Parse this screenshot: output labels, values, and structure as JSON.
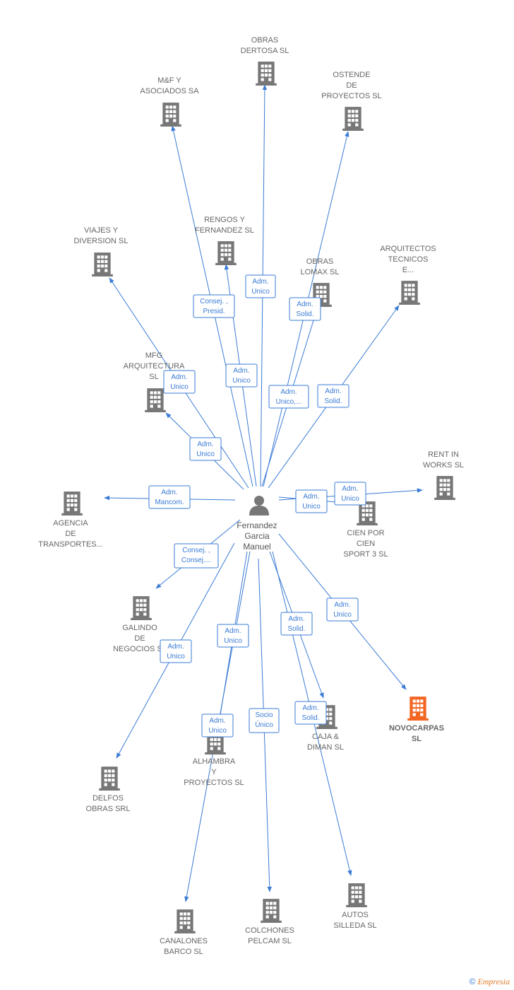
{
  "person": {
    "lines": [
      "Fernandez",
      "Garcia",
      "Manuel"
    ]
  },
  "colors": {
    "edge": "#3a7bd5",
    "building": "#777777",
    "highlight": "#f26522"
  },
  "companies": [
    {
      "id": "obras-dertosa",
      "lines": [
        "OBRAS",
        "DERTOSA SL"
      ],
      "highlight": false
    },
    {
      "id": "mf-asociados",
      "lines": [
        "M&F Y",
        "ASOCIADOS SA"
      ],
      "highlight": false
    },
    {
      "id": "ostende",
      "lines": [
        "OSTENDE",
        "DE",
        "PROYECTOS SL"
      ],
      "highlight": false
    },
    {
      "id": "rengos",
      "lines": [
        "RENGOS Y",
        "FERNANDEZ SL"
      ],
      "highlight": false
    },
    {
      "id": "viajes",
      "lines": [
        "VIAJES Y",
        "DIVERSION SL"
      ],
      "highlight": false
    },
    {
      "id": "obras-lomax",
      "lines": [
        "OBRAS",
        "LOMAX  SL"
      ],
      "highlight": false
    },
    {
      "id": "arquitectos",
      "lines": [
        "ARQUITECTOS",
        "TECNICOS",
        "E..."
      ],
      "highlight": false
    },
    {
      "id": "mfg",
      "lines": [
        "MFG",
        "ARQUITECTURA",
        "SL"
      ],
      "highlight": false
    },
    {
      "id": "rent-in-works",
      "lines": [
        "RENT IN",
        "WORKS  SL"
      ],
      "highlight": false
    },
    {
      "id": "agencia",
      "lines": [
        "AGENCIA",
        "DE",
        "TRANSPORTES..."
      ],
      "highlight": false
    },
    {
      "id": "cien-por-cien",
      "lines": [
        "CIEN POR",
        "CIEN",
        "SPORT 3 SL"
      ],
      "highlight": false
    },
    {
      "id": "galindo",
      "lines": [
        "GALINDO",
        "DE",
        "NEGOCIOS SL"
      ],
      "highlight": false
    },
    {
      "id": "novocarpas",
      "lines": [
        "NOVOCARPAS",
        "SL"
      ],
      "highlight": true
    },
    {
      "id": "caja-diman",
      "lines": [
        "CAJA &",
        "DIMAN  SL"
      ],
      "highlight": false
    },
    {
      "id": "alhambra",
      "lines": [
        "ALHAMBRA",
        "Y",
        "PROYECTOS SL"
      ],
      "highlight": false
    },
    {
      "id": "delfos",
      "lines": [
        "DELFOS",
        "OBRAS SRL"
      ],
      "highlight": false
    },
    {
      "id": "autos-silleda",
      "lines": [
        "AUTOS",
        "SILLEDA  SL"
      ],
      "highlight": false
    },
    {
      "id": "colchones",
      "lines": [
        "COLCHONES",
        "PELCAM SL"
      ],
      "highlight": false
    },
    {
      "id": "canalones",
      "lines": [
        "CANALONES",
        "BARCO SL"
      ],
      "highlight": false
    }
  ],
  "relations": [
    {
      "target": "obras-dertosa",
      "role": [
        "Adm.",
        "Unico"
      ]
    },
    {
      "target": "mf-asociados",
      "role": [
        "Consej. ,",
        "Presid."
      ]
    },
    {
      "target": "ostende",
      "role": [
        "Adm.",
        "Solid."
      ]
    },
    {
      "target": "rengos",
      "role": [
        "Adm.",
        "Unico"
      ]
    },
    {
      "target": "viajes",
      "role": [
        "Adm.",
        "Unico"
      ]
    },
    {
      "target": "obras-lomax",
      "role": [
        "Adm.",
        "Unico,..."
      ]
    },
    {
      "target": "arquitectos",
      "role": [
        "Adm.",
        "Solid."
      ]
    },
    {
      "target": "mfg",
      "role": [
        "Adm.",
        "Unico"
      ]
    },
    {
      "target": "rent-in-works",
      "role": [
        "Adm.",
        "Unico"
      ]
    },
    {
      "target": "agencia",
      "role": [
        "Adm.",
        "Mancom."
      ]
    },
    {
      "target": "cien-por-cien",
      "role": [
        "Adm.",
        "Unico"
      ]
    },
    {
      "target": "galindo",
      "role": [
        "Consej. ,",
        "Consej...."
      ]
    },
    {
      "target": "novocarpas",
      "role": [
        "Adm.",
        "Unico"
      ]
    },
    {
      "target": "caja-diman",
      "role": [
        "Adm.",
        "Solid."
      ]
    },
    {
      "target": "alhambra",
      "role": [
        "Adm.",
        "Unico"
      ]
    },
    {
      "target": "delfos",
      "role": [
        "Adm.",
        "Unico"
      ]
    },
    {
      "target": "autos-silleda",
      "role": [
        "Adm.",
        "Solid."
      ]
    },
    {
      "target": "colchones",
      "role": [
        "Socio",
        "Único"
      ]
    },
    {
      "target": "canalones",
      "role": [
        "Adm.",
        "Unico"
      ]
    }
  ],
  "footer": {
    "copyright": "©",
    "brand": "Empresia"
  }
}
